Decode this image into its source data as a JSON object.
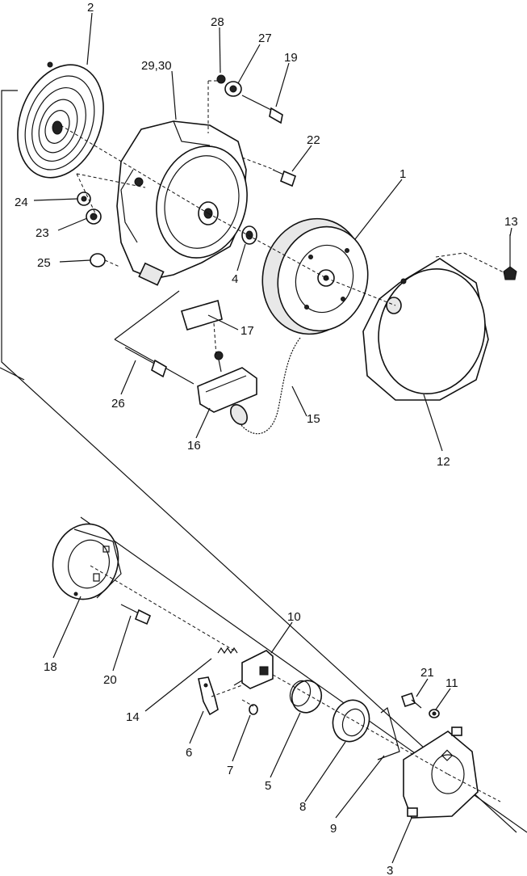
{
  "labels": {
    "p2": "2",
    "p28": "28",
    "p27": "27",
    "p19": "19",
    "p2930": "29,30",
    "p22": "22",
    "p1": "1",
    "p13": "13",
    "p24": "24",
    "p23": "23",
    "p25": "25",
    "p4": "4",
    "p17": "17",
    "p26": "26",
    "p15": "15",
    "p16": "16",
    "p12": "12",
    "p10": "10",
    "p18": "18",
    "p20": "20",
    "p21": "21",
    "p11": "11",
    "p14": "14",
    "p6": "6",
    "p7": "7",
    "p5": "5",
    "p8": "8",
    "p9": "9",
    "p3": "3"
  }
}
